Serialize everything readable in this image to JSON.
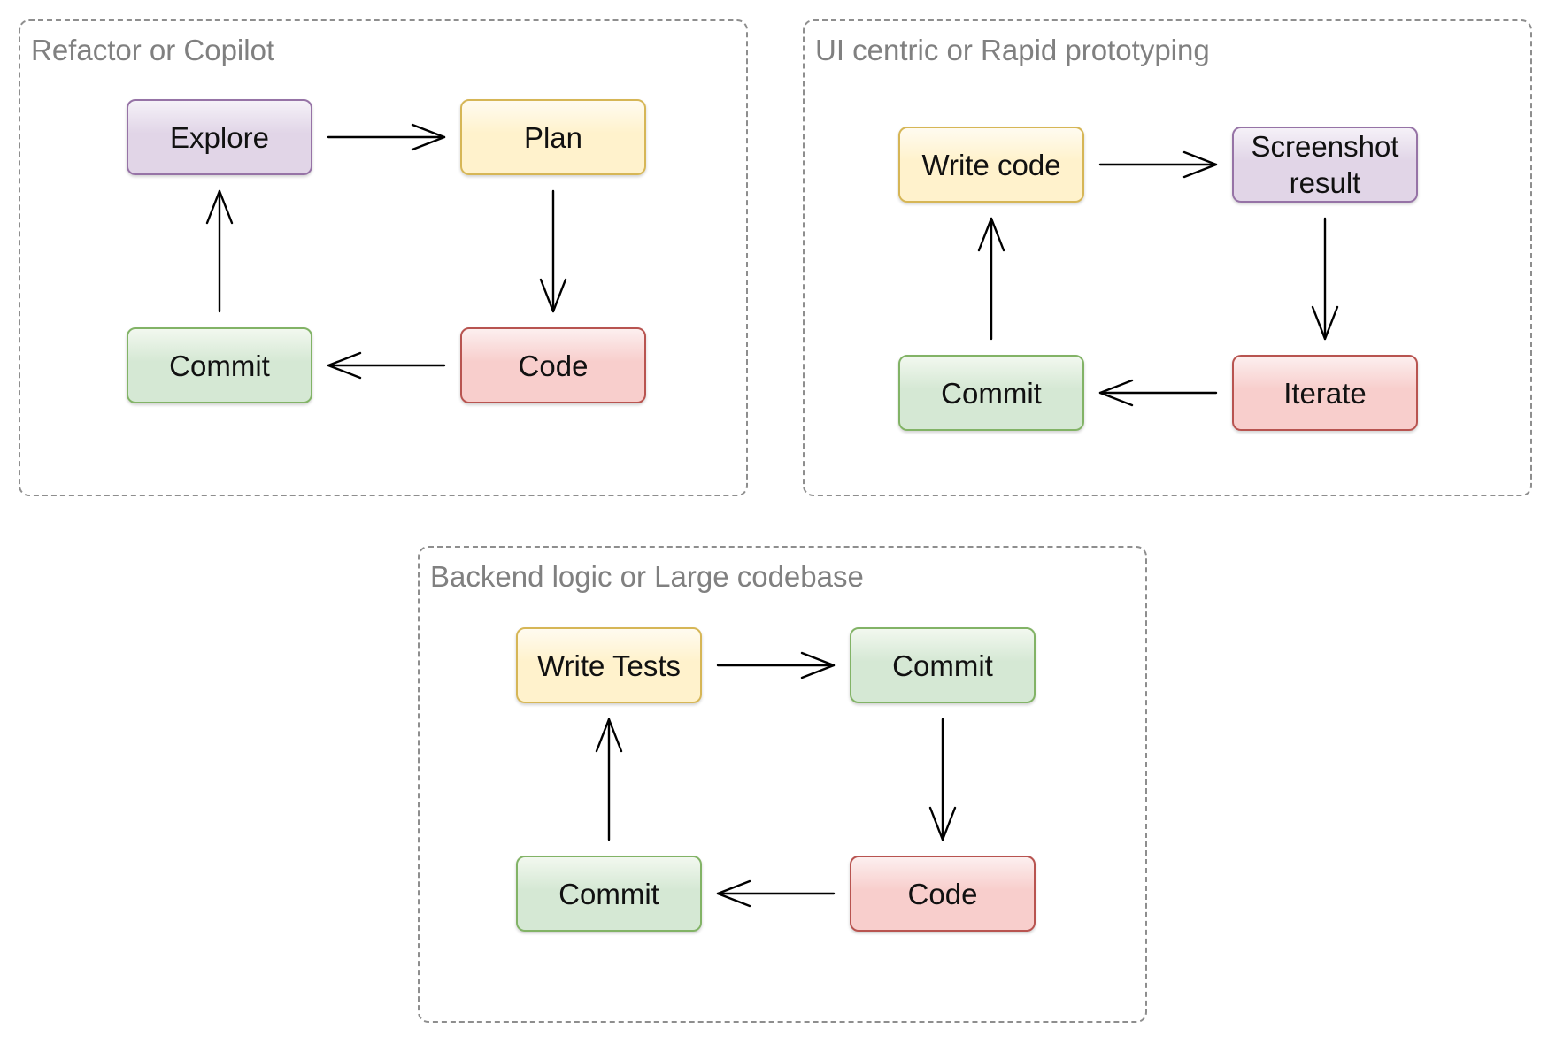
{
  "groups": [
    {
      "title": "Refactor or Copilot",
      "nodes": [
        {
          "label": "Explore",
          "color": "purple"
        },
        {
          "label": "Plan",
          "color": "yellow"
        },
        {
          "label": "Code",
          "color": "red"
        },
        {
          "label": "Commit",
          "color": "green"
        }
      ]
    },
    {
      "title": "UI centric or Rapid prototyping",
      "nodes": [
        {
          "label": "Write code",
          "color": "yellow"
        },
        {
          "label": "Screenshot result",
          "color": "purple"
        },
        {
          "label": "Iterate",
          "color": "red"
        },
        {
          "label": "Commit",
          "color": "green"
        }
      ]
    },
    {
      "title": "Backend logic or Large codebase",
      "nodes": [
        {
          "label": "Write Tests",
          "color": "yellow"
        },
        {
          "label": "Commit",
          "color": "green"
        },
        {
          "label": "Code",
          "color": "red"
        },
        {
          "label": "Commit",
          "color": "green"
        }
      ]
    }
  ],
  "edges": [
    {
      "group": 0,
      "from": 0,
      "to": 1
    },
    {
      "group": 0,
      "from": 1,
      "to": 2
    },
    {
      "group": 0,
      "from": 2,
      "to": 3
    },
    {
      "group": 0,
      "from": 3,
      "to": 0
    },
    {
      "group": 1,
      "from": 0,
      "to": 1
    },
    {
      "group": 1,
      "from": 1,
      "to": 2
    },
    {
      "group": 1,
      "from": 2,
      "to": 3
    },
    {
      "group": 1,
      "from": 3,
      "to": 0
    },
    {
      "group": 2,
      "from": 0,
      "to": 1
    },
    {
      "group": 2,
      "from": 1,
      "to": 2
    },
    {
      "group": 2,
      "from": 2,
      "to": 3
    },
    {
      "group": 2,
      "from": 3,
      "to": 0
    }
  ],
  "colors": {
    "purple": "#e1d5e7",
    "yellow": "#fff2cc",
    "green": "#d5e8d4",
    "red": "#f8cecc",
    "group_border": "#8e8e8e",
    "group_title": "#808080"
  }
}
